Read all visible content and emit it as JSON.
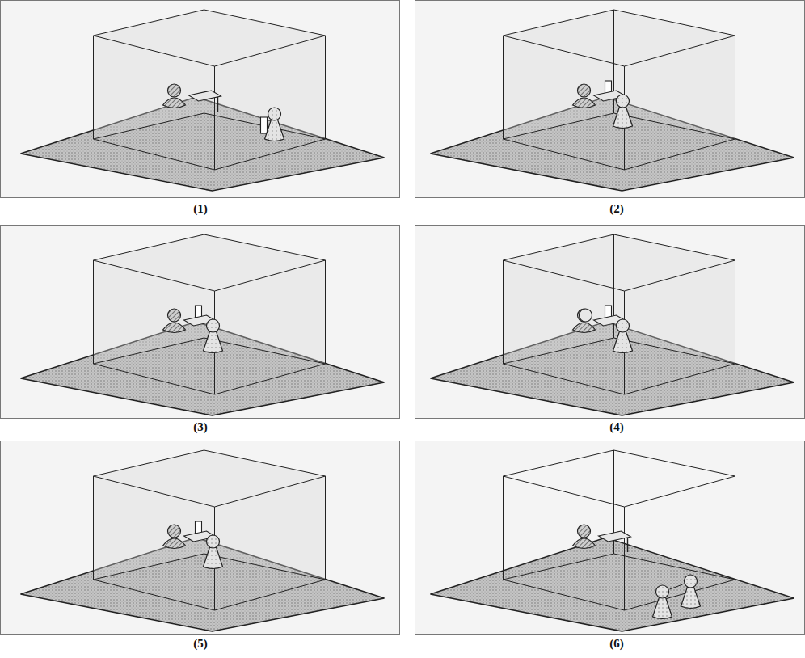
{
  "diagram": {
    "labels": [
      "(1)",
      "(2)",
      "(3)",
      "(4)",
      "(5)",
      "(6)"
    ]
  }
}
